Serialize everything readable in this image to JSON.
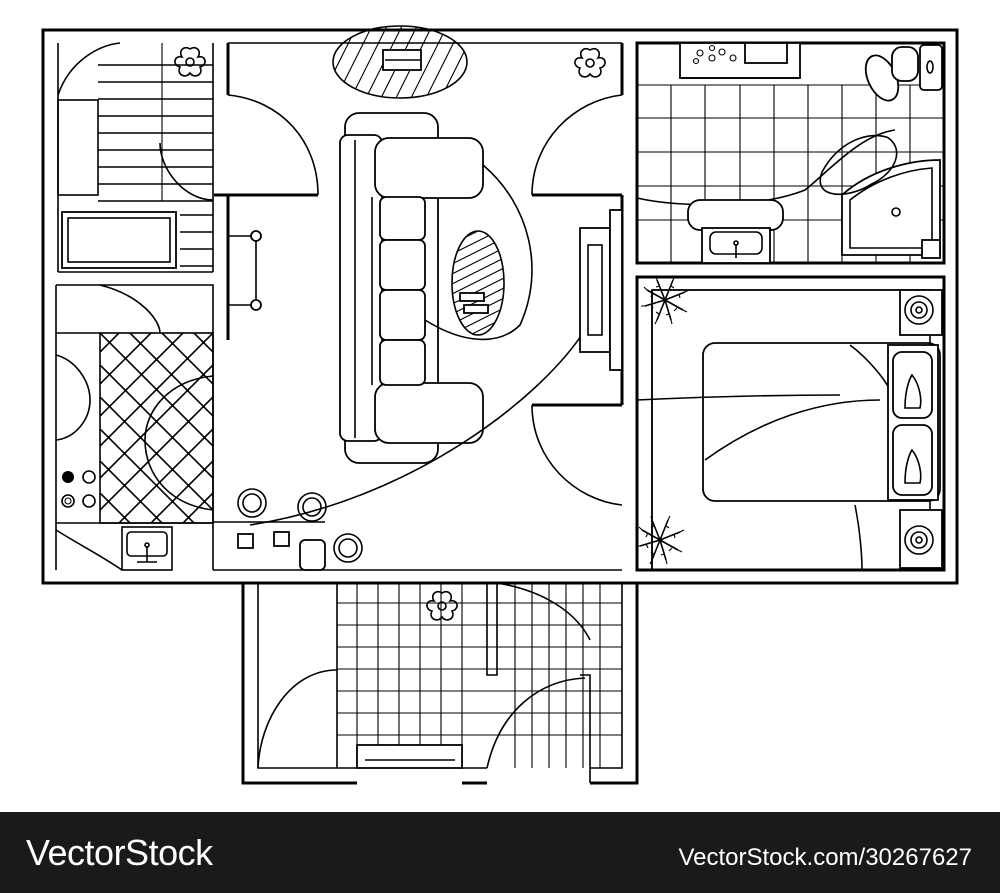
{
  "footer": {
    "brand": "VectorStock",
    "image_id": "VectorStock.com/30267627",
    "background": "#1a1a1a",
    "text_color": "#ffffff"
  },
  "plan": {
    "line_color": "#000000",
    "fill_color": "#ffffff",
    "rooms": [
      "hallway",
      "kitchen",
      "living-room",
      "bathroom",
      "bedroom",
      "balcony"
    ]
  }
}
